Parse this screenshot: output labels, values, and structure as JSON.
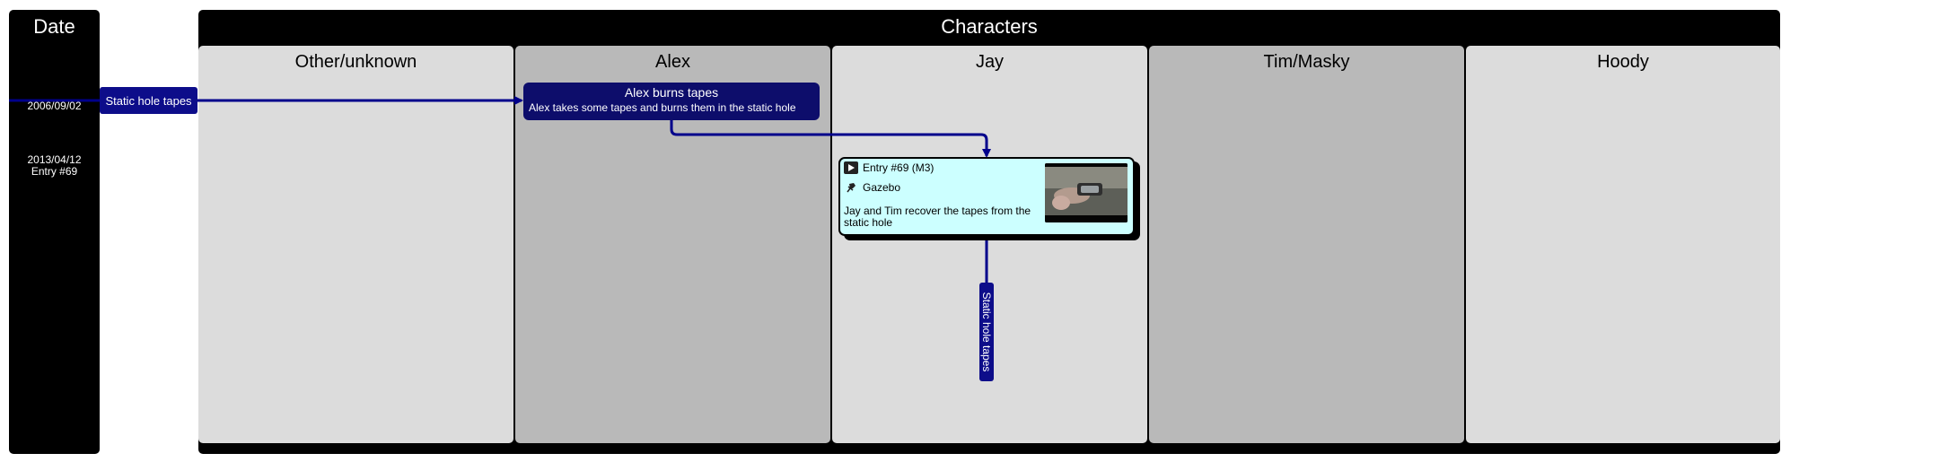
{
  "date_column": {
    "header": "Date",
    "dates": [
      {
        "line1": "2006/09/02",
        "line2": ""
      },
      {
        "line1": "2013/04/12",
        "line2": "Entry #69"
      }
    ]
  },
  "characters": {
    "header": "Characters",
    "lanes": [
      {
        "name": "Other/unknown"
      },
      {
        "name": "Alex"
      },
      {
        "name": "Jay"
      },
      {
        "name": "Tim/Masky"
      },
      {
        "name": "Hoody"
      }
    ]
  },
  "arc_badge": {
    "label": "Static hole tapes"
  },
  "alex_event": {
    "title": "Alex burns tapes",
    "description": "Alex takes some tapes and burns them in the static hole"
  },
  "entry_card": {
    "entry": "Entry #69 (M3)",
    "location": "Gazebo",
    "description": "Jay and Tim recover the tapes from the static hole",
    "entry_icon": "play-icon",
    "location_icon": "pin-icon"
  },
  "vertical_badge": {
    "label": "Static hole tapes"
  },
  "colors": {
    "connector": "#00008b",
    "badge": "#0d0d8a",
    "alex_event": "#0d0d6b",
    "entry_card": "#ccffff",
    "lane_light": "#dcdcdc",
    "lane_dark": "#b9b9b9"
  }
}
